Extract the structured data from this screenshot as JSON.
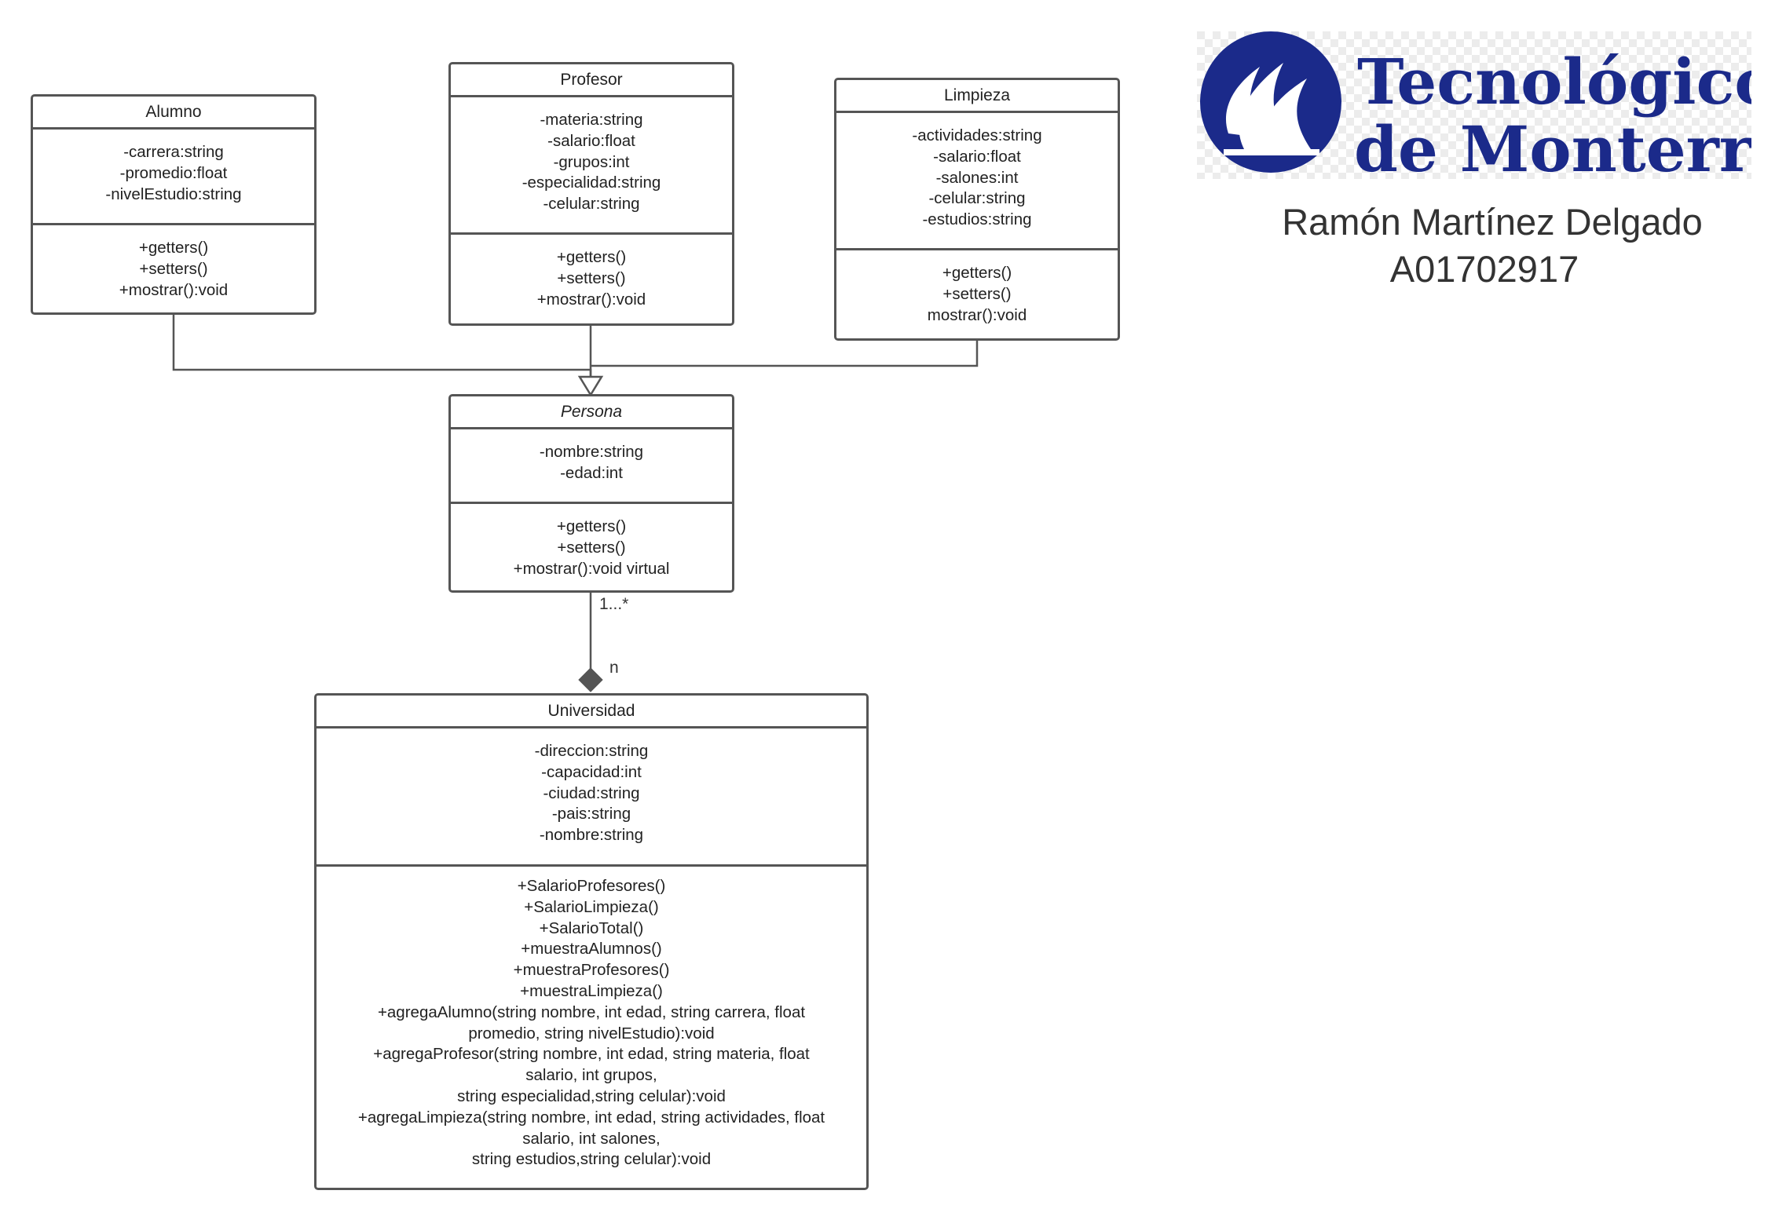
{
  "classes": {
    "alumno": {
      "name": "Alumno",
      "attributes": [
        "-carrera:string",
        "-promedio:float",
        "-nivelEstudio:string"
      ],
      "operations": [
        "+getters()",
        "+setters()",
        "+mostrar():void"
      ]
    },
    "profesor": {
      "name": "Profesor",
      "attributes": [
        "-materia:string",
        "-salario:float",
        "-grupos:int",
        "-especialidad:string",
        "-celular:string"
      ],
      "operations": [
        "+getters()",
        "+setters()",
        "+mostrar():void"
      ]
    },
    "limpieza": {
      "name": "Limpieza",
      "attributes": [
        "-actividades:string",
        "-salario:float",
        "-salones:int",
        "-celular:string",
        "-estudios:string"
      ],
      "operations": [
        "+getters()",
        "+setters()",
        "mostrar():void"
      ]
    },
    "persona": {
      "name": "Persona",
      "attributes": [
        "-nombre:string",
        "-edad:int"
      ],
      "operations": [
        "+getters()",
        "+setters()",
        "+mostrar():void virtual"
      ]
    },
    "universidad": {
      "name": "Universidad",
      "attributes": [
        "-direccion:string",
        "-capacidad:int",
        "-ciudad:string",
        "-pais:string",
        "-nombre:string"
      ],
      "operations": [
        "+SalarioProfesores()",
        "+SalarioLimpieza()",
        "+SalarioTotal()",
        "+muestraAlumnos()",
        "+muestraProfesores()",
        "+muestraLimpieza()",
        "+agregaAlumno(string nombre, int edad, string carrera, float",
        "promedio, string nivelEstudio):void",
        "+agregaProfesor(string nombre, int edad, string materia, float",
        "salario, int grupos,",
        "string especialidad,string celular):void",
        "+agregaLimpieza(string nombre, int edad, string actividades, float",
        "salario, int salones,",
        "string estudios,string celular):void"
      ]
    }
  },
  "association": {
    "multiplicity_persona": "1...*",
    "multiplicity_universidad": "n",
    "type": "composition"
  },
  "generalization": {
    "type": "inheritance",
    "parent": "Persona",
    "children": [
      "Alumno",
      "Profesor",
      "Limpieza"
    ]
  },
  "logo": {
    "line1": "Tecnológico",
    "line2": "de Monterrey",
    "color": "#1b2a8a"
  },
  "author": {
    "name": "Ramón Martínez Delgado",
    "id": "A01702917"
  },
  "colors": {
    "stroke": "#555555",
    "diamond": "#555555"
  }
}
